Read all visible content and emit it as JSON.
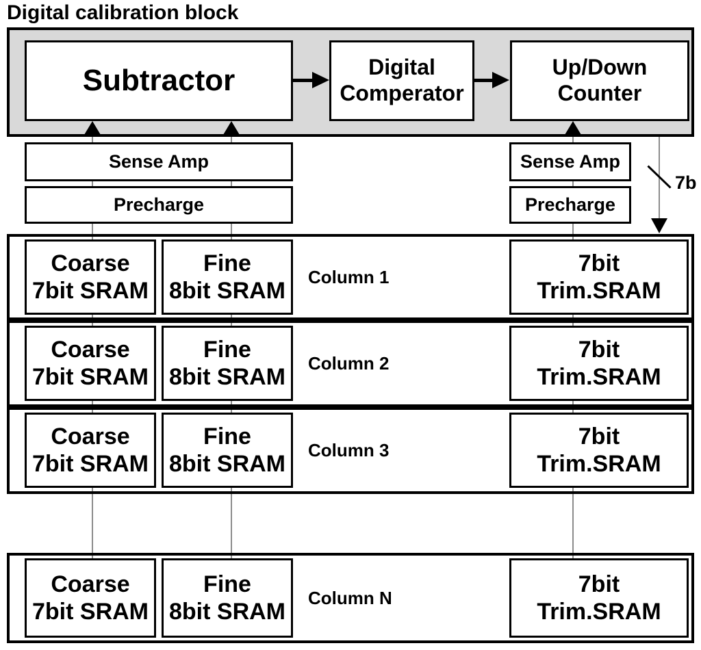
{
  "title": "Digital calibration block",
  "calibration_block": {
    "subtractor": "Subtractor",
    "comparator_line1": "Digital",
    "comparator_line2": "Comperator",
    "counter_line1": "Up/Down",
    "counter_line2": "Counter"
  },
  "left_column_circuit": {
    "sense_amp": "Sense Amp",
    "precharge": "Precharge"
  },
  "right_column_circuit": {
    "sense_amp": "Sense Amp",
    "precharge": "Precharge"
  },
  "bus_label": "7b",
  "rows": [
    {
      "label": "Column 1",
      "coarse_line1": "Coarse",
      "coarse_line2": "7bit SRAM",
      "fine_line1": "Fine",
      "fine_line2": "8bit SRAM",
      "trim_line1": "7bit",
      "trim_line2": "Trim.SRAM"
    },
    {
      "label": "Column 2",
      "coarse_line1": "Coarse",
      "coarse_line2": "7bit SRAM",
      "fine_line1": "Fine",
      "fine_line2": "8bit SRAM",
      "trim_line1": "7bit",
      "trim_line2": "Trim.SRAM"
    },
    {
      "label": "Column 3",
      "coarse_line1": "Coarse",
      "coarse_line2": "7bit SRAM",
      "fine_line1": "Fine",
      "fine_line2": "8bit SRAM",
      "trim_line1": "7bit",
      "trim_line2": "Trim.SRAM"
    },
    {
      "label": "Column N",
      "coarse_line1": "Coarse",
      "coarse_line2": "7bit SRAM",
      "fine_line1": "Fine",
      "fine_line2": "8bit SRAM",
      "trim_line1": "7bit",
      "trim_line2": "Trim.SRAM"
    }
  ],
  "colors": {
    "block_fill": "#d9d9d9",
    "border": "#000000",
    "connector": "#8c8c8c"
  }
}
